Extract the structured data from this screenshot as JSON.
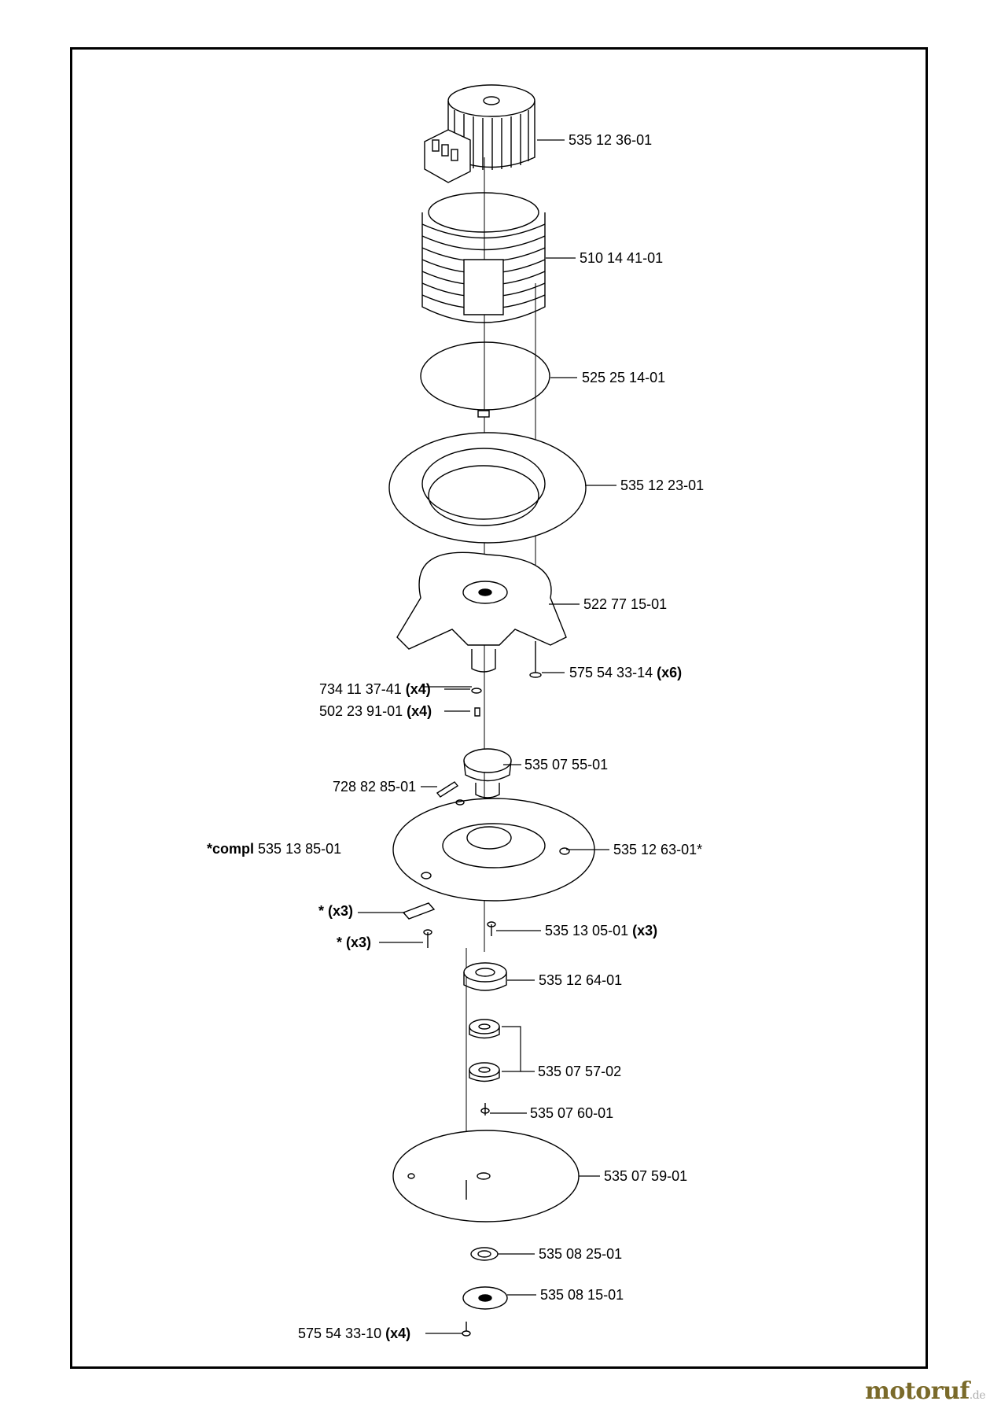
{
  "parts": [
    {
      "id": "motor",
      "number": "535 12 36-01",
      "qty": ""
    },
    {
      "id": "housing",
      "number": "510 14 41-01",
      "qty": ""
    },
    {
      "id": "seal-ring",
      "number": "525 25 14-01",
      "qty": ""
    },
    {
      "id": "guard-ring",
      "number": "535 12 23-01",
      "qty": ""
    },
    {
      "id": "motor-plate",
      "number": "522 77 15-01",
      "qty": ""
    },
    {
      "id": "plate-screw",
      "number": "575 54 33-14",
      "qty": "(x6)"
    },
    {
      "id": "washer",
      "number": "734 11 37-41",
      "qty": "(x4)"
    },
    {
      "id": "screw-small",
      "number": "502 23 91-01",
      "qty": "(x4)"
    },
    {
      "id": "hub",
      "number": "535 07 55-01",
      "qty": ""
    },
    {
      "id": "set-screw",
      "number": "728 82 85-01",
      "qty": ""
    },
    {
      "id": "blade-disc",
      "number": "535 12 63-01*",
      "qty": ""
    },
    {
      "id": "blade-screw",
      "number": "535 13 05-01",
      "qty": "(x3)"
    },
    {
      "id": "bearing-housing",
      "number": "535 12 64-01",
      "qty": ""
    },
    {
      "id": "bearings",
      "number": "535 07 57-02",
      "qty": ""
    },
    {
      "id": "pin",
      "number": "535 07 60-01",
      "qty": ""
    },
    {
      "id": "skid-plate",
      "number": "535 07 59-01",
      "qty": ""
    },
    {
      "id": "spacer",
      "number": "535 08 25-01",
      "qty": ""
    },
    {
      "id": "bottom-cap",
      "number": "535 08 15-01",
      "qty": ""
    },
    {
      "id": "bottom-screw",
      "number": "575 54 33-10",
      "qty": "(x4)"
    }
  ],
  "complete_assembly": {
    "prefix": "*compl",
    "number": "535 13 85-01"
  },
  "blade_item": {
    "text": "* (x3)"
  },
  "blade_screw_item": {
    "text": "* (x3)"
  },
  "watermark": {
    "brand": "motoruf",
    "tld": ".de"
  }
}
